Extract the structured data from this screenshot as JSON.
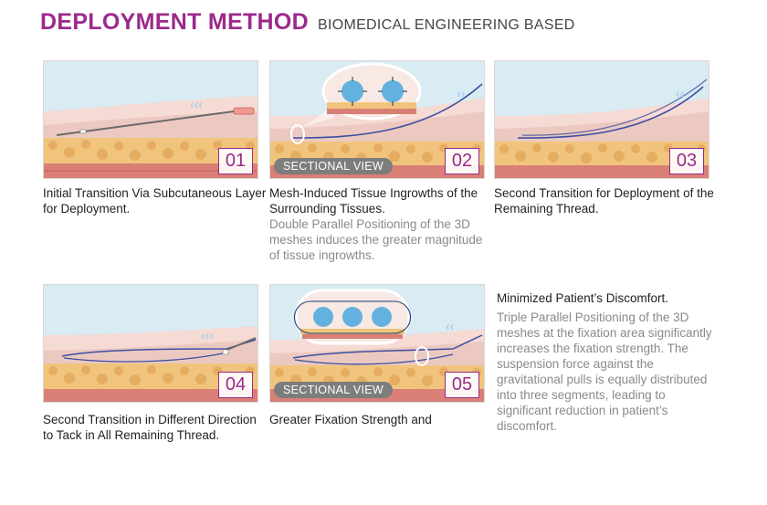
{
  "header": {
    "title": "DEPLOYMENT METHOD",
    "subtitle": "BIOMEDICAL ENGINEERING BASED"
  },
  "colors": {
    "accent": "#9b2a8c",
    "skin_top": "#f6dad4",
    "dermis": "#ecc9c0",
    "fat": "#f1c47d",
    "muscle": "#d97f76",
    "sky": "#d9ebf3",
    "thread": "#3c4fa3",
    "mesh": "#4aa8df",
    "arrow": "#a9cfee"
  },
  "panels": [
    {
      "num": "01",
      "caption": "Initial Transition Via Subcutaneous Layer for Deployment.",
      "desc": ""
    },
    {
      "num": "02",
      "caption": "Mesh-Induced Tissue Ingrowths of the Surrounding Tissues.",
      "desc": "Double Parallel Positioning of the 3D meshes induces the greater magnitude of tissue ingrowths.",
      "label": "SECTIONAL VIEW"
    },
    {
      "num": "03",
      "caption": "Second Transition for Deployment of the Remaining Thread.",
      "desc": ""
    },
    {
      "num": "04",
      "caption": "Second Transition in Different Direction to Tack in All Remaining Thread.",
      "desc": ""
    },
    {
      "num": "05",
      "caption": "Greater Fixation Strength and",
      "desc": "",
      "label": "SECTIONAL VIEW"
    }
  ],
  "side_note": {
    "title": "Minimized Patient’s Discomfort.",
    "body": "Triple Parallel Positioning of the 3D meshes at the fixation area significantly increases the fixation strength. The suspension force against the gravitational pulls is equally distributed into three segments, leading to significant reduction in patient’s discomfort."
  }
}
